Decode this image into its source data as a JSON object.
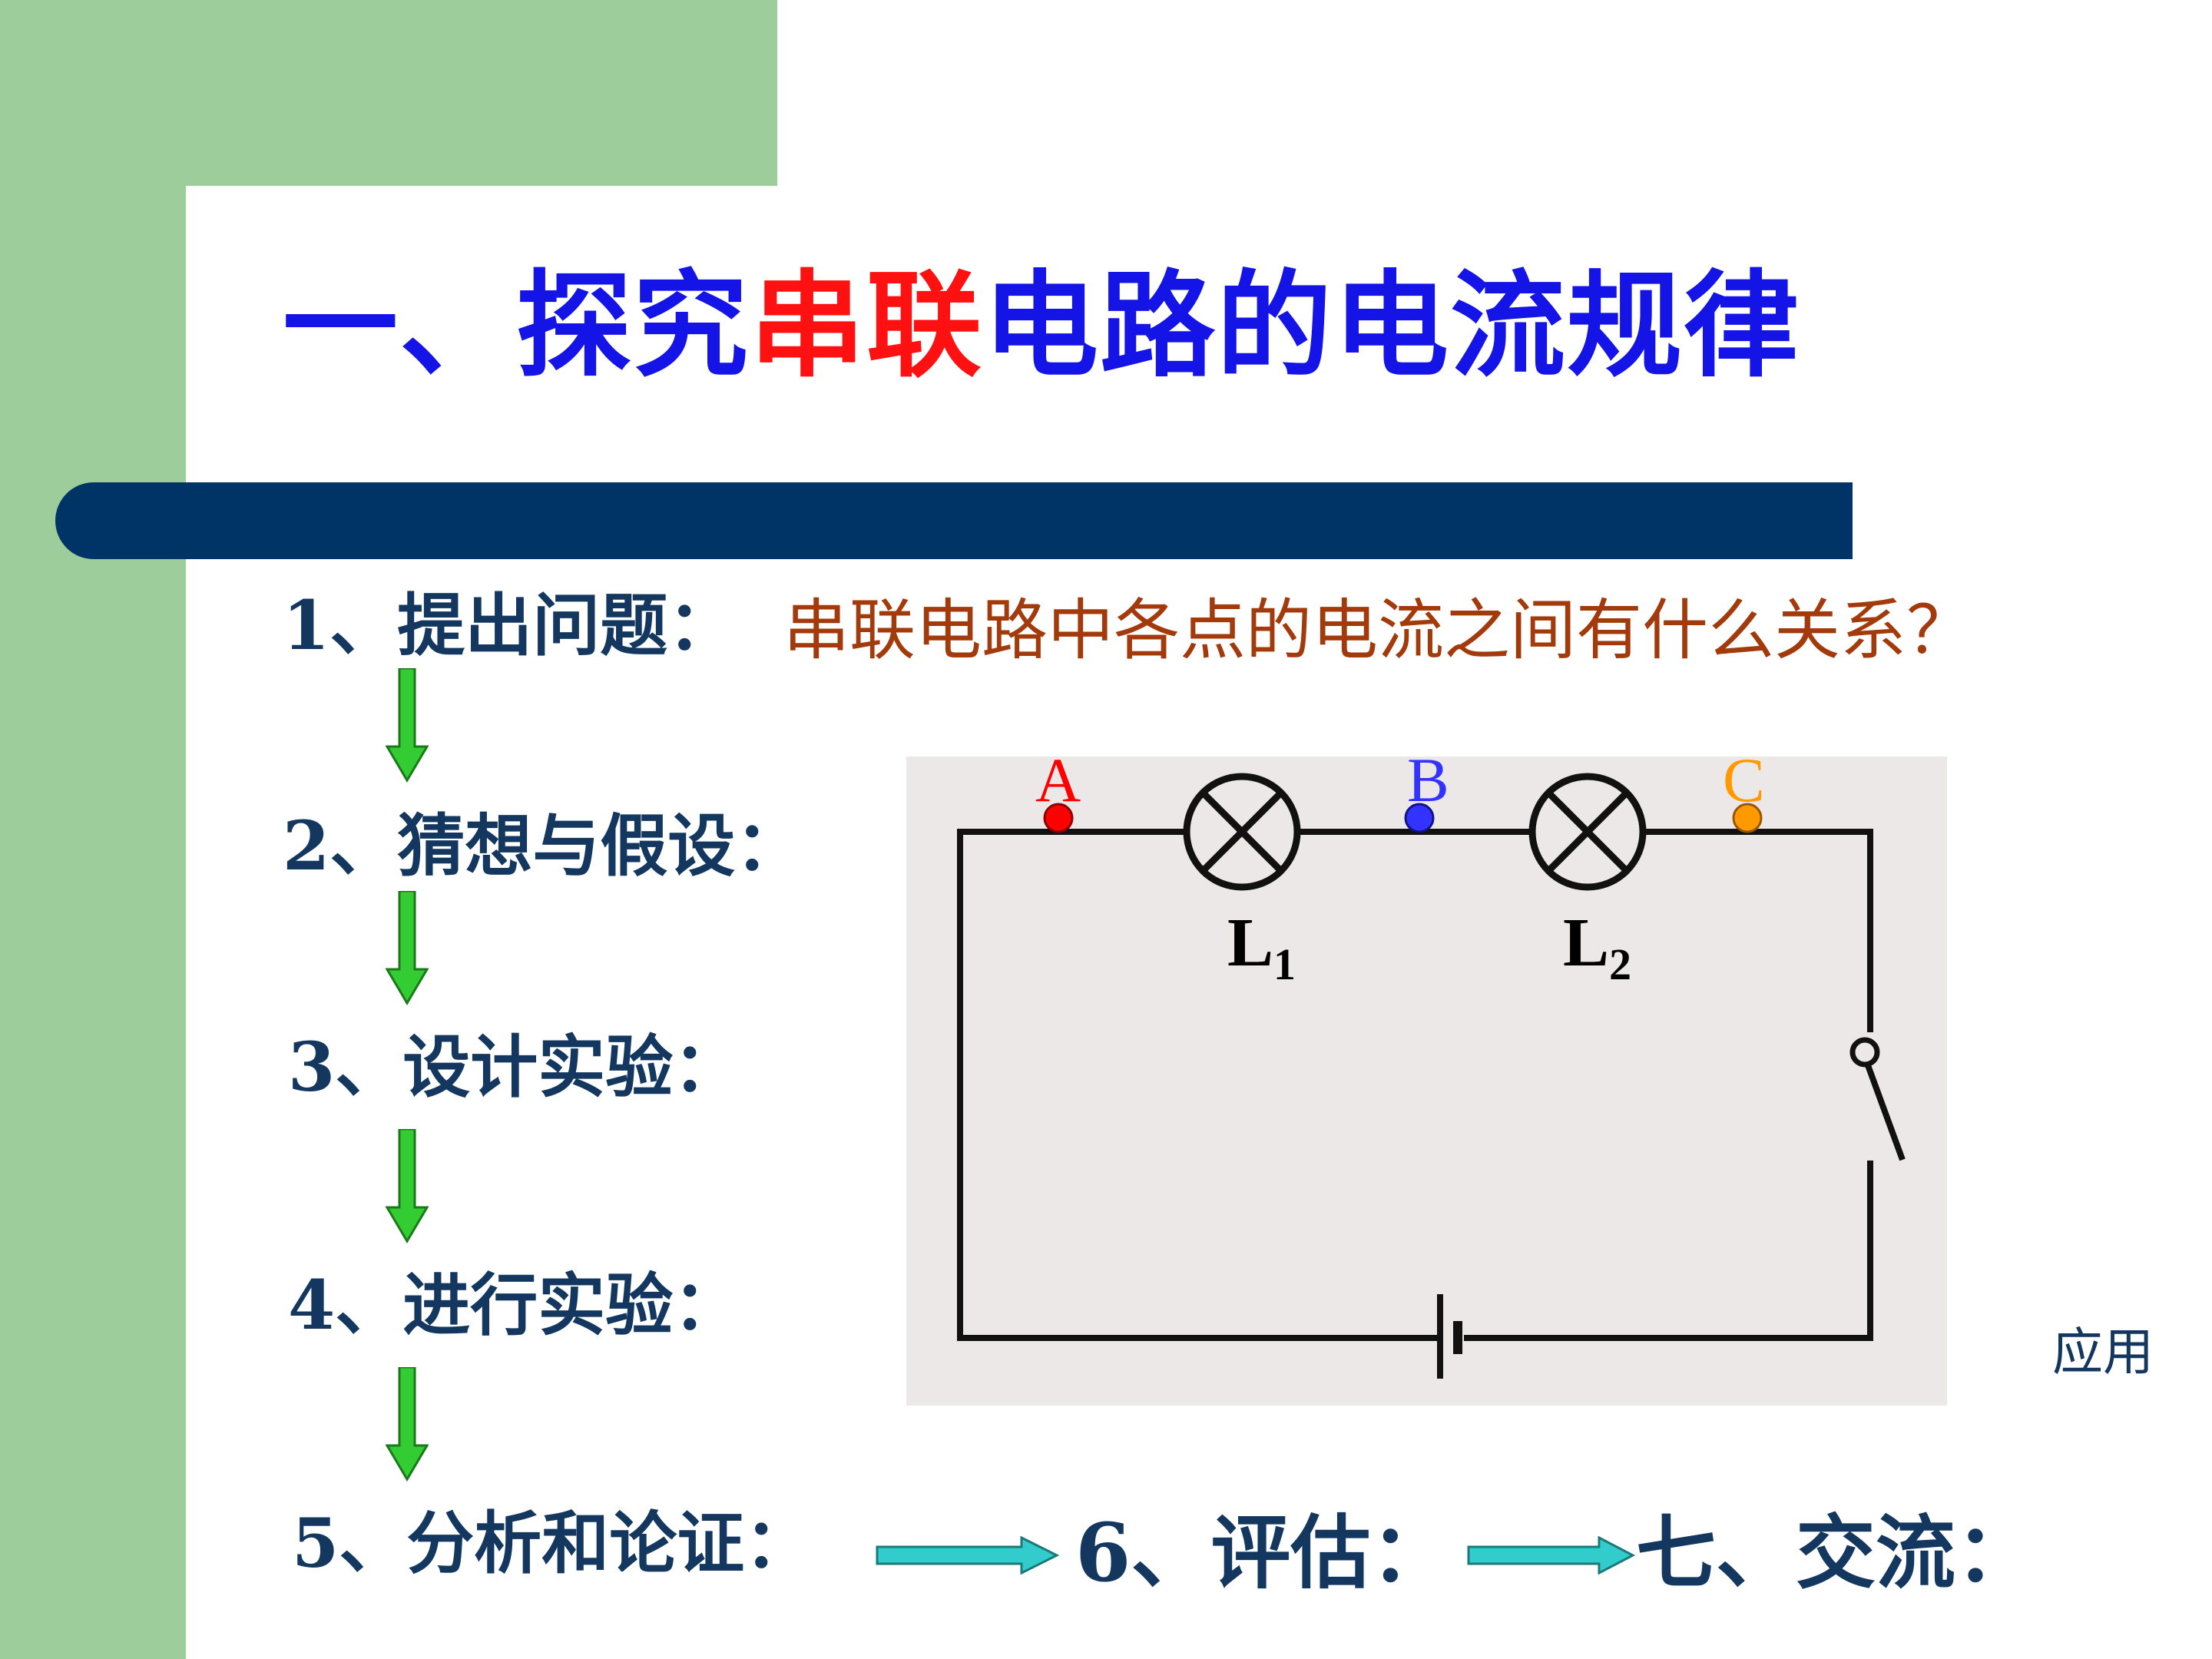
{
  "title": {
    "part1": "一、探究",
    "part2_red": "串联",
    "part3": "电路的电流规律"
  },
  "steps": [
    {
      "label": "1、提出问题："
    },
    {
      "label": "2、猜想与假设："
    },
    {
      "label": "3、设计实验："
    },
    {
      "label": "4、进行实验："
    },
    {
      "label": "5、分析和论证："
    }
  ],
  "question": "串联电路中各点的电流之间有什么关系？",
  "later_steps": {
    "step6": "6、评估：",
    "step7": "七、交流："
  },
  "apply_label": "应用",
  "circuit": {
    "points": [
      {
        "label": "A",
        "color": "#ff0000"
      },
      {
        "label": "B",
        "color": "#3333ff"
      },
      {
        "label": "C",
        "color": "#ff9900"
      }
    ],
    "lamps": [
      {
        "label": "L",
        "sub": "1"
      },
      {
        "label": "L",
        "sub": "2"
      }
    ],
    "components": [
      "lamp-L1",
      "lamp-L2",
      "switch",
      "battery"
    ]
  },
  "colors": {
    "background_green": "#9dcd9a",
    "title_bar": "#003366",
    "title_blue": "#1414e6",
    "title_red": "#ff1111",
    "step_text": "#13375f",
    "question_text": "#a23a0b",
    "arrow_green": "#33cc33",
    "arrow_cyan": "#33cccc",
    "circuit_bg": "#ede8e8"
  }
}
